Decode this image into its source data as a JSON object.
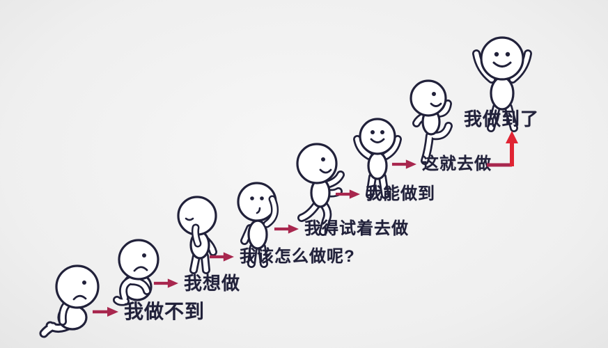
{
  "title": "motivation-staircase-comic",
  "colors": {
    "background": "#efefef",
    "ink": "#21213a",
    "arrow": "#a8274e",
    "final_arrow": "#e02433"
  },
  "steps": [
    {
      "label": "我做不到"
    },
    {
      "label": "我想做"
    },
    {
      "label": "我该怎么做呢?"
    },
    {
      "label": "我得试着去做"
    },
    {
      "label": "我能做到"
    },
    {
      "label": "这就去做"
    },
    {
      "label": "我做到了"
    }
  ],
  "figures": [
    {
      "name": "crouching-discouraged"
    },
    {
      "name": "sitting-hugging-knees"
    },
    {
      "name": "standing-thinking-hand-to-mouth"
    },
    {
      "name": "standing-scratching-head"
    },
    {
      "name": "striding-forward"
    },
    {
      "name": "arms-raised-confident"
    },
    {
      "name": "running-kicking-upward"
    },
    {
      "name": "celebrating-arms-high"
    }
  ]
}
